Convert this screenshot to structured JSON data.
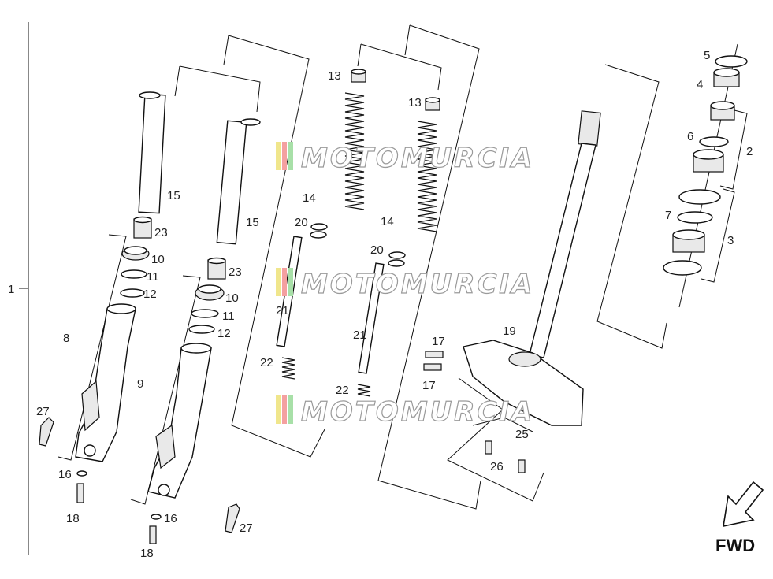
{
  "labels": {
    "n1": "1",
    "n2": "2",
    "n3": "3",
    "n4": "4",
    "n5": "5",
    "n6": "6",
    "n7": "7",
    "n8": "8",
    "n9": "9",
    "n10": "10",
    "n11": "11",
    "n12": "12",
    "n13": "13",
    "n14": "14",
    "n15": "15",
    "n16": "16",
    "n17": "17",
    "n18": "18",
    "n19": "19",
    "n20": "20",
    "n21": "21",
    "n22": "22",
    "n23": "23",
    "n25": "25",
    "n26": "26",
    "n27": "27"
  },
  "watermark": {
    "text": "MOTOMURCIA"
  },
  "direction": {
    "label": "FWD"
  },
  "colors": {
    "line": "#111111",
    "watermark_stripe_1": "#f0e68c",
    "watermark_stripe_2": "#f4a0a0",
    "watermark_stripe_3": "#a8e0a8"
  }
}
